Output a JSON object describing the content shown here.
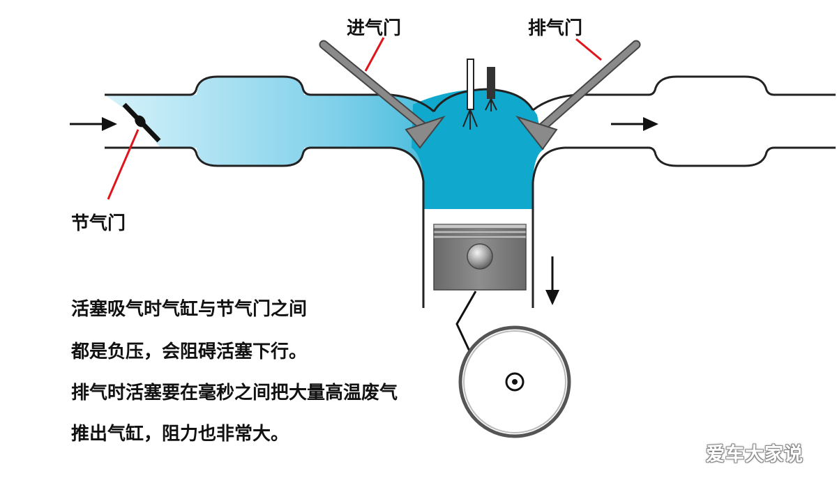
{
  "labels": {
    "intake_valve": "进气门",
    "exhaust_valve": "排气门",
    "throttle_valve": "节气门"
  },
  "caption": {
    "line1": "活塞吸气时气缸与节气门之间",
    "line2": "都是负压，会阻碍活塞下行。",
    "line3": "排气时活塞要在毫秒之间把大量高温废气",
    "line4": "推出气缸，阻力也非常大。"
  },
  "watermark": "爱车大家说",
  "colors": {
    "mixture_dark": "#10a8cc",
    "mixture_light": "#c8eef8",
    "outline": "#222222",
    "leader_line": "#e0151b",
    "valve_gray": "#7d7d7d",
    "piston_gray": "#7a7a7a"
  }
}
